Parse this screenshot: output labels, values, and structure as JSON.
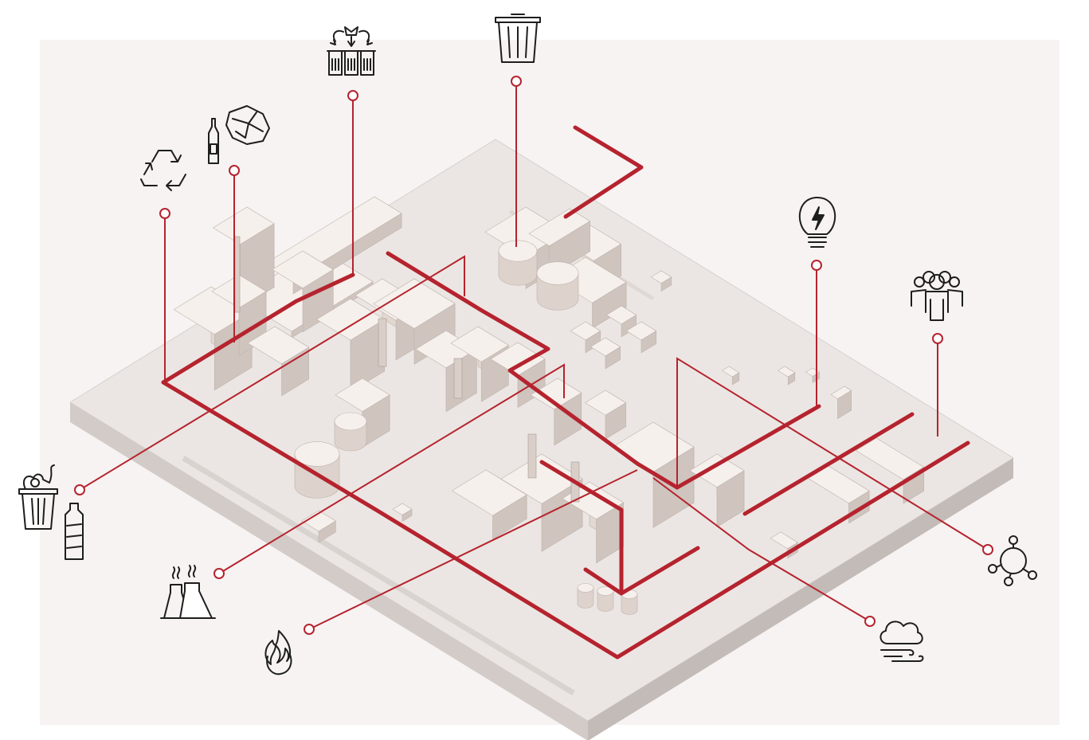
{
  "diagram": {
    "accent_color": "#b5232e",
    "base_color": "#ece7e4",
    "building_color": "#f3ece8",
    "icons": [
      {
        "id": "recycle",
        "name": "recycle-icon"
      },
      {
        "id": "bottle-paper",
        "name": "bottle-and-paper-icon"
      },
      {
        "id": "sorting",
        "name": "waste-sorting-bins-icon"
      },
      {
        "id": "trash",
        "name": "trash-bin-icon"
      },
      {
        "id": "energy",
        "name": "lightbulb-energy-icon"
      },
      {
        "id": "people",
        "name": "community-people-icon"
      },
      {
        "id": "organic",
        "name": "organic-waste-bin-icon"
      },
      {
        "id": "cooling",
        "name": "cooling-towers-icon"
      },
      {
        "id": "fire",
        "name": "flame-icon"
      },
      {
        "id": "air",
        "name": "cloud-wind-icon"
      },
      {
        "id": "network",
        "name": "network-node-icon"
      }
    ]
  }
}
